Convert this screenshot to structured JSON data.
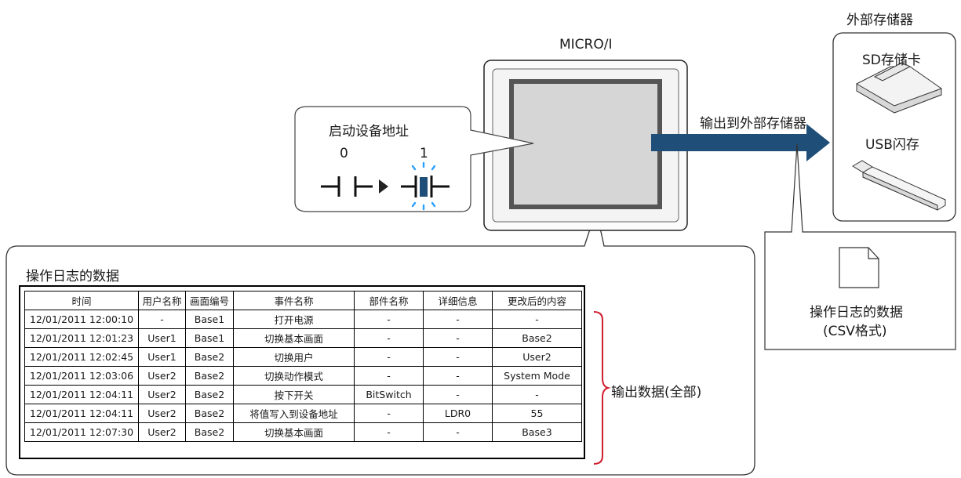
{
  "device_label": "MICRO/I",
  "storage": {
    "title": "外部存储器",
    "sd_label": "SD存储卡",
    "usb_label": "USB闪存"
  },
  "arrow_label": "输出到外部存储器",
  "callout": {
    "title": "启动设备地址",
    "bit0": "0",
    "bit1": "1"
  },
  "file_callout": {
    "line1": "操作日志的数据",
    "line2": "(CSV格式)"
  },
  "panel": {
    "title": "操作日志的数据",
    "output_label": "输出数据(全部)"
  },
  "table": {
    "headers": [
      "时间",
      "用户名称",
      "画面编号",
      "事件名称",
      "部件名称",
      "详细信息",
      "更改后的内容"
    ],
    "rows": [
      [
        "12/01/2011 12:00:10",
        "-",
        "Base1",
        "打开电源",
        "-",
        "-",
        "-"
      ],
      [
        "12/01/2011 12:01:23",
        "User1",
        "Base1",
        "切换基本画面",
        "-",
        "-",
        "Base2"
      ],
      [
        "12/01/2011 12:02:45",
        "User1",
        "Base2",
        "切换用户",
        "-",
        "-",
        "User2"
      ],
      [
        "12/01/2011 12:03:06",
        "User2",
        "Base2",
        "切换动作模式",
        "-",
        "-",
        "System Mode"
      ],
      [
        "12/01/2011 12:04:11",
        "User2",
        "Base2",
        "按下开关",
        "BitSwitch",
        "-",
        "-"
      ],
      [
        "12/01/2011 12:04:11",
        "User2",
        "Base2",
        "将值写入到设备地址",
        "-",
        "LDR0",
        "55"
      ],
      [
        "12/01/2011 12:07:30",
        "User2",
        "Base2",
        "切换基本画面",
        "-",
        "-",
        "Base3"
      ]
    ]
  },
  "colors": {
    "arrow": "#1f4e79",
    "screen_frame": "#555555",
    "screen_fill": "#d4d4d4",
    "bracket": "#d02030",
    "contact_on": "#1f4e79",
    "glow": "#2aa0ff"
  }
}
